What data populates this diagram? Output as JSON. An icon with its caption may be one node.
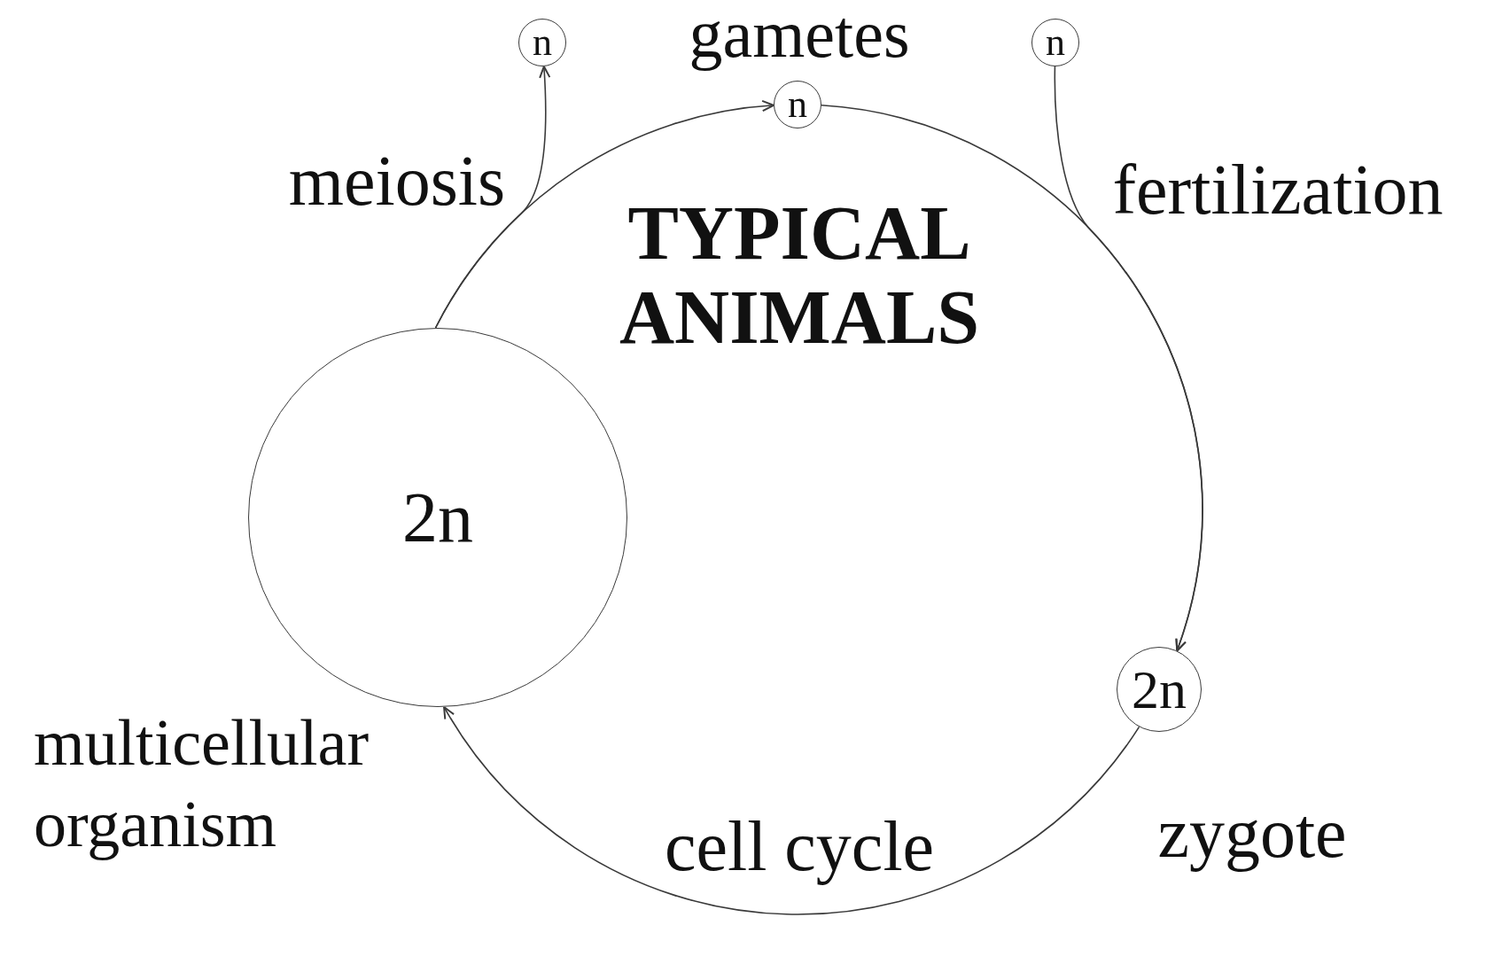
{
  "diagram": {
    "title": "TYPICAL ANIMALS",
    "nodes": [
      {
        "text": [
          "n"
        ]
      },
      {
        "text": [
          "n"
        ],
        "beside": [
          "gametes"
        ]
      },
      {
        "text": [
          "n"
        ]
      },
      {
        "text": [
          "2n"
        ],
        "beside": [
          "multicellular organism"
        ]
      },
      {
        "text": [
          "2n"
        ],
        "beside": [
          "zygote"
        ]
      }
    ],
    "edges": [
      {
        "from": 3,
        "to": 0,
        "arrow": "to",
        "label": "meiosis"
      },
      {
        "from": 3,
        "to": 1,
        "arrow": "to"
      },
      {
        "from": 1,
        "to": 4,
        "arrow": "to"
      },
      {
        "from": 2,
        "to": 4,
        "arrow": "to",
        "label": "fertilization"
      },
      {
        "from": 4,
        "to": 3,
        "arrow": "to",
        "label": "cell cycle"
      }
    ]
  }
}
